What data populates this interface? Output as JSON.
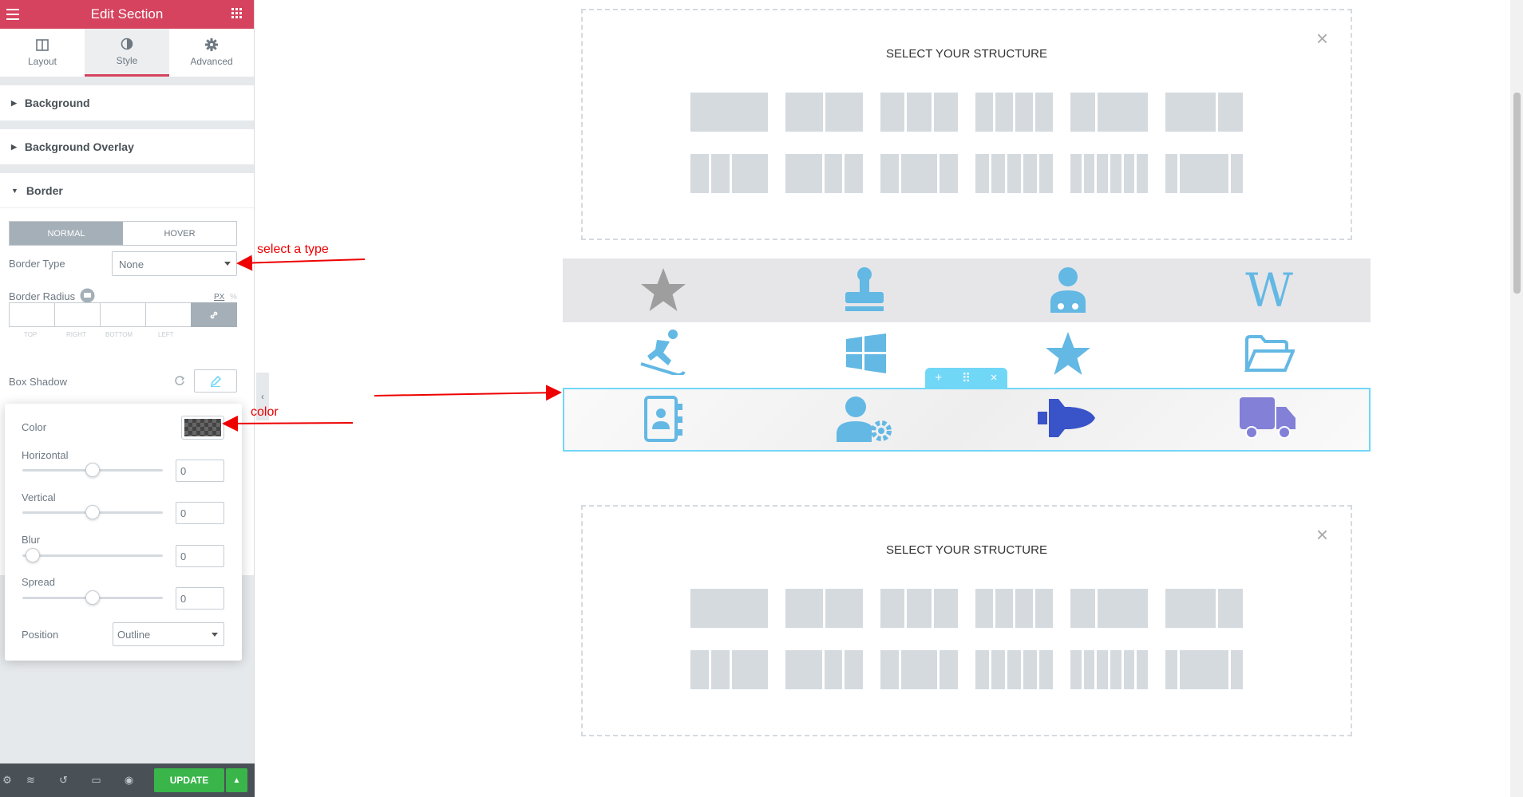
{
  "header": {
    "title": "Edit Section"
  },
  "tabs": [
    {
      "label": "Layout",
      "icon": "layout-icon"
    },
    {
      "label": "Style",
      "icon": "half-circle-icon"
    },
    {
      "label": "Advanced",
      "icon": "gear-icon"
    }
  ],
  "sections": [
    "Background",
    "Background Overlay",
    "Border"
  ],
  "border": {
    "normal_label": "NORMAL",
    "hover_label": "HOVER",
    "border_type_label": "Border Type",
    "border_type_value": "None",
    "border_radius_label": "Border Radius",
    "unit_px": "PX",
    "unit_pct": "%",
    "radius_sublabels": [
      "TOP",
      "RIGHT",
      "BOTTOM",
      "LEFT"
    ],
    "box_shadow_label": "Box Shadow"
  },
  "popup": {
    "color_label": "Color",
    "horizontal_label": "Horizontal",
    "horizontal_value": "0",
    "vertical_label": "Vertical",
    "vertical_value": "0",
    "blur_label": "Blur",
    "blur_value": "0",
    "spread_label": "Spread",
    "spread_value": "0",
    "position_label": "Position",
    "position_value": "Outline"
  },
  "footer": {
    "update_label": "UPDATE"
  },
  "canvas": {
    "structure_title": "SELECT YOUR STRUCTURE",
    "close": "×"
  },
  "annotations": {
    "select_type": "select a type",
    "color": "color"
  },
  "colors": {
    "accent": "#d5435e",
    "update": "#39b54a",
    "selection": "#71d7f7",
    "icon_blue": "#63b8e4"
  }
}
